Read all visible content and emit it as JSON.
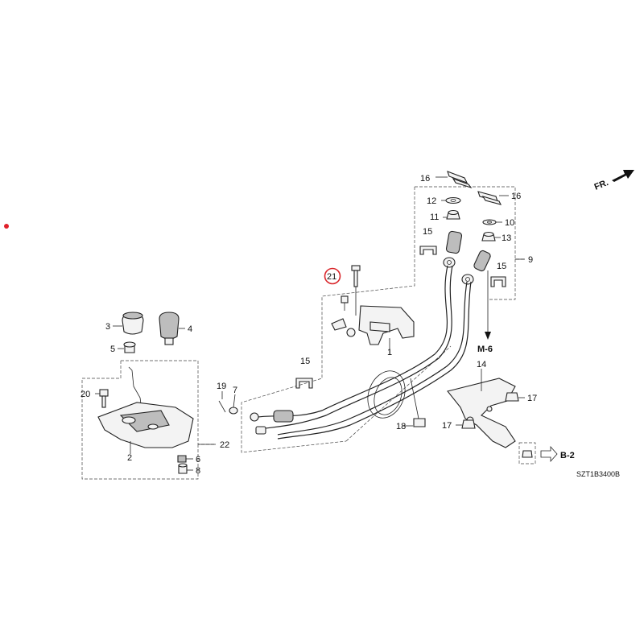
{
  "diagram": {
    "drawing_code": "SZT1B3400B",
    "front_label": "FR.",
    "refs": {
      "m6": "M-6",
      "b2": "B-2"
    },
    "callouts": {
      "c1": "1",
      "c2": "2",
      "c3": "3",
      "c4": "4",
      "c5": "5",
      "c6": "6",
      "c7": "7",
      "c8": "8",
      "c9": "9",
      "c10": "10",
      "c11": "11",
      "c12": "12",
      "c13": "13",
      "c14": "14",
      "c15a": "15",
      "c15b": "15",
      "c15c": "15",
      "c16a": "16",
      "c16b": "16",
      "c17a": "17",
      "c17b": "17",
      "c18": "18",
      "c19": "19",
      "c20": "20",
      "c21": "21",
      "c22": "22"
    },
    "highlight_color": "#d9262b"
  }
}
